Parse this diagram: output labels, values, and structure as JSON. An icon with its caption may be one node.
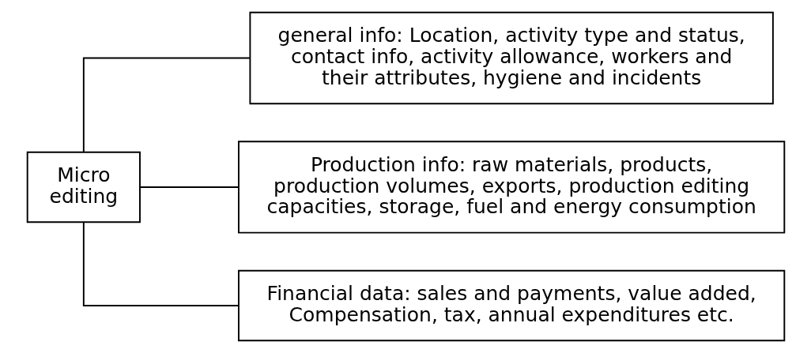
{
  "diagram": {
    "nodes": [
      {
        "text": [
          "Micro editing"
        ]
      },
      {
        "text": [
          "general info: Location, activity type and status, contact info, activity allowance, workers and their attributes, hygiene and incidents"
        ]
      },
      {
        "text": [
          "Production info: raw materials, products, production volumes, exports, production editing capacities, storage, fuel and energy consumption"
        ]
      },
      {
        "text": [
          "Financial data: sales and payments, value added, Compensation, tax, annual expenditures etc."
        ]
      }
    ],
    "edges": [
      {
        "from": 0,
        "to": 1,
        "arrow": "none"
      },
      {
        "from": 0,
        "to": 2,
        "arrow": "none"
      },
      {
        "from": 0,
        "to": 3,
        "arrow": "none"
      }
    ]
  }
}
